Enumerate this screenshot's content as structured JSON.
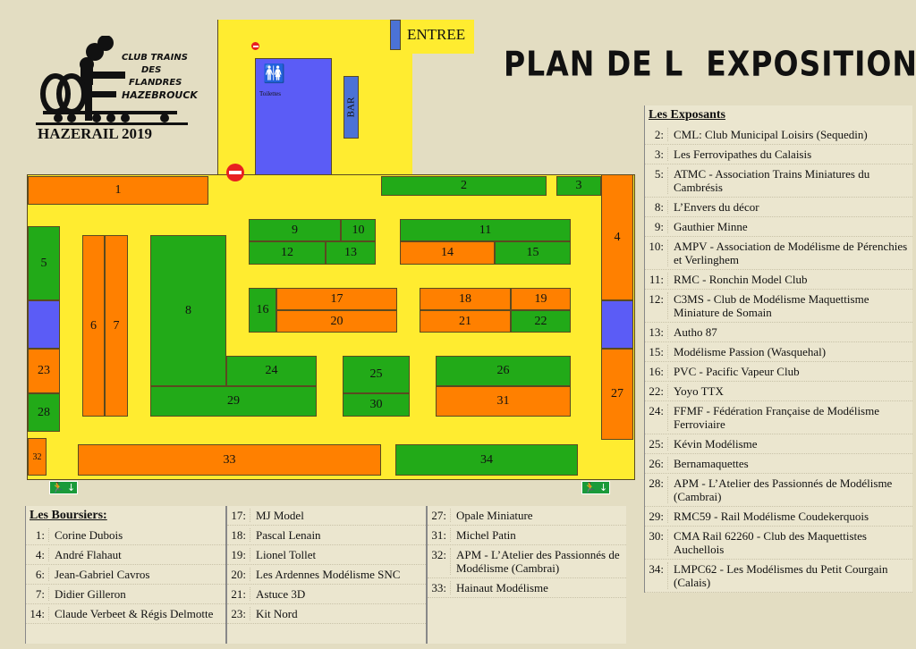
{
  "title": "PLAN DE L  EXPOSITION",
  "logo": {
    "line1": "Club Trains",
    "line2": "des",
    "line3": "Flandres",
    "line4": "Hazebrouck",
    "event": "HAZERAIL 2019"
  },
  "plan": {
    "entree": "ENTREE",
    "bar": "BAR",
    "toilettes": "Toilettes",
    "colors": {
      "boursier": "#ff8000",
      "exposant": "#22aa18",
      "aisle": "#ffec30",
      "facility": "#5b5cf6"
    },
    "booths": [
      {
        "n": "1",
        "type": "boursier"
      },
      {
        "n": "2",
        "type": "exposant"
      },
      {
        "n": "3",
        "type": "exposant"
      },
      {
        "n": "4",
        "type": "boursier"
      },
      {
        "n": "5",
        "type": "exposant"
      },
      {
        "n": "6",
        "type": "boursier"
      },
      {
        "n": "7",
        "type": "boursier"
      },
      {
        "n": "8",
        "type": "exposant"
      },
      {
        "n": "9",
        "type": "exposant"
      },
      {
        "n": "10",
        "type": "exposant"
      },
      {
        "n": "11",
        "type": "exposant"
      },
      {
        "n": "12",
        "type": "exposant"
      },
      {
        "n": "13",
        "type": "exposant"
      },
      {
        "n": "14",
        "type": "boursier"
      },
      {
        "n": "15",
        "type": "exposant"
      },
      {
        "n": "16",
        "type": "exposant"
      },
      {
        "n": "17",
        "type": "boursier"
      },
      {
        "n": "18",
        "type": "boursier"
      },
      {
        "n": "19",
        "type": "boursier"
      },
      {
        "n": "20",
        "type": "boursier"
      },
      {
        "n": "21",
        "type": "boursier"
      },
      {
        "n": "22",
        "type": "exposant"
      },
      {
        "n": "23",
        "type": "boursier"
      },
      {
        "n": "24",
        "type": "exposant"
      },
      {
        "n": "25",
        "type": "exposant"
      },
      {
        "n": "26",
        "type": "exposant"
      },
      {
        "n": "27",
        "type": "boursier"
      },
      {
        "n": "28",
        "type": "exposant"
      },
      {
        "n": "29",
        "type": "exposant"
      },
      {
        "n": "30",
        "type": "exposant"
      },
      {
        "n": "31",
        "type": "boursier"
      },
      {
        "n": "32",
        "type": "boursier"
      },
      {
        "n": "33",
        "type": "boursier"
      },
      {
        "n": "34",
        "type": "exposant"
      }
    ]
  },
  "exposants": {
    "heading": "Les Exposants",
    "items": [
      {
        "n": "2:",
        "t": "CML: Club Municipal Loisirs (Sequedin)"
      },
      {
        "n": "3:",
        "t": "Les Ferrovipathes du Calaisis"
      },
      {
        "n": "5:",
        "t": "ATMC -  Association Trains Miniatures du Cambrésis"
      },
      {
        "n": "8:",
        "t": "L’Envers du décor"
      },
      {
        "n": "9:",
        "t": "Gauthier Minne"
      },
      {
        "n": "10:",
        "t": "AMPV - Association de Modélisme de Pérenchies et Verlinghem"
      },
      {
        "n": "11:",
        "t": "RMC - Ronchin Model Club"
      },
      {
        "n": "12:",
        "t": "C3MS - Club de Modélisme Maquettisme Miniature de Somain"
      },
      {
        "n": "13:",
        "t": "Autho 87"
      },
      {
        "n": "15:",
        "t": "Modélisme Passion (Wasquehal)"
      },
      {
        "n": "16:",
        "t": "PVC - Pacific Vapeur Club"
      },
      {
        "n": "22:",
        "t": "Yoyo TTX"
      },
      {
        "n": "24:",
        "t": "FFMF - Fédération Française de Modélisme Ferroviaire"
      },
      {
        "n": "25:",
        "t": "Kévin Modélisme"
      },
      {
        "n": "26:",
        "t": "Bernamaquettes"
      },
      {
        "n": "28:",
        "t": "APM - L’Atelier des Passionnés de Modélisme (Cambrai)"
      },
      {
        "n": "29:",
        "t": "RMC59 - Rail Modélisme Coudekerquois"
      },
      {
        "n": "30:",
        "t": "CMA Rail 62260 - Club des Maquettistes Auchellois"
      },
      {
        "n": "34:",
        "t": "LMPC62 - Les Modélismes du Petit Courgain (Calais)"
      }
    ]
  },
  "boursiers": {
    "heading": "Les Boursiers:",
    "columns": [
      [
        {
          "n": "1:",
          "t": "Corine Dubois"
        },
        {
          "n": "4:",
          "t": "André Flahaut"
        },
        {
          "n": "6:",
          "t": "Jean-Gabriel Cavros"
        },
        {
          "n": "7:",
          "t": "Didier Gilleron"
        },
        {
          "n": "14:",
          "t": "Claude Verbeet & Régis Delmotte"
        }
      ],
      [
        {
          "n": "17:",
          "t": "MJ Model"
        },
        {
          "n": "18:",
          "t": "Pascal Lenain"
        },
        {
          "n": "19:",
          "t": "Lionel Tollet"
        },
        {
          "n": "20:",
          "t": "Les Ardennes Modélisme SNC"
        },
        {
          "n": "21:",
          "t": "Astuce 3D"
        },
        {
          "n": "23:",
          "t": "Kit Nord"
        }
      ],
      [
        {
          "n": "27:",
          "t": "Opale Miniature"
        },
        {
          "n": "31:",
          "t": "Michel Patin"
        },
        {
          "n": "32:",
          "t": "APM - L’Atelier des Passionnés de Modélisme (Cambrai)"
        },
        {
          "n": "33:",
          "t": "Hainaut Modélisme"
        }
      ]
    ]
  }
}
